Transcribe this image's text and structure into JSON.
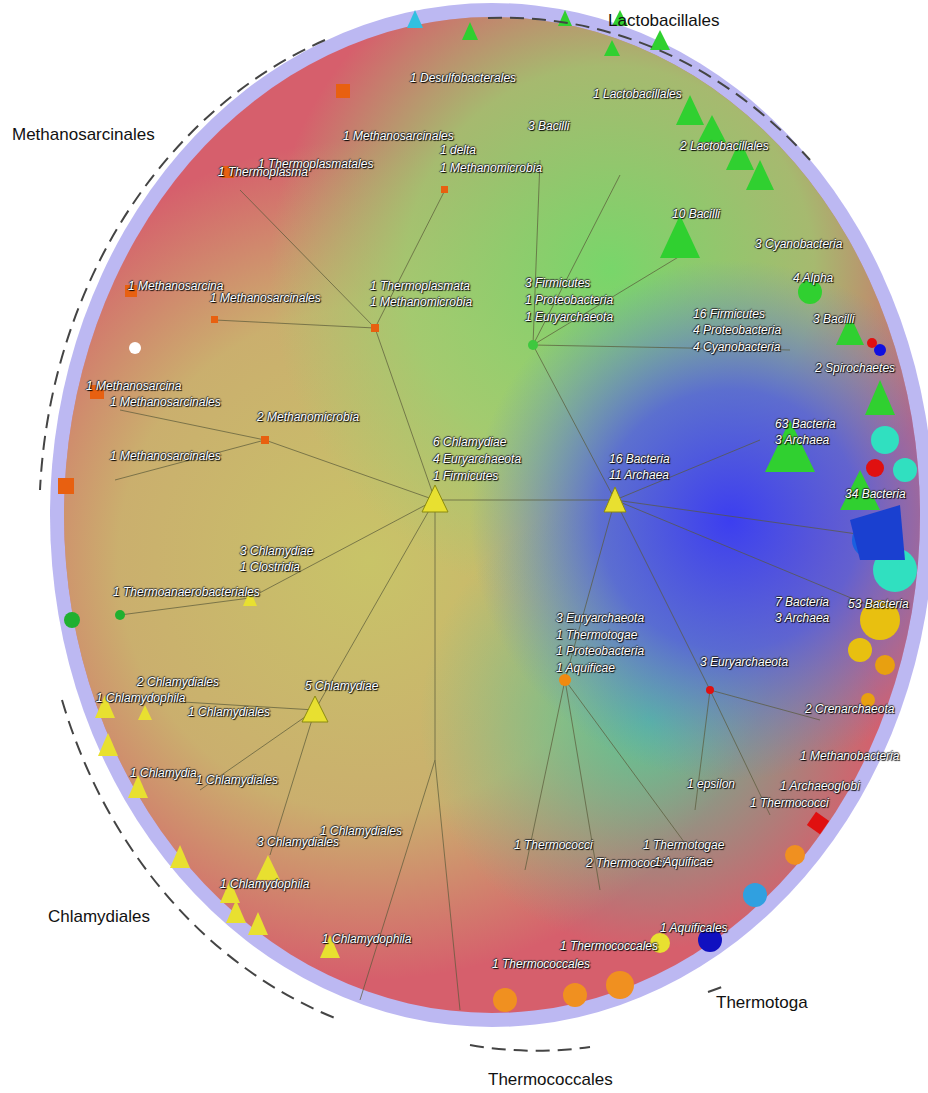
{
  "diagram": {
    "labels": [
      "Lactobacillales",
      "Methanosarcinales",
      "Chlamydiales",
      "Thermotoga",
      "Thermococcales",
      "1 Desulfobacterales",
      "1 Lactobacillales",
      "3 Bacilli",
      "2 Lactobacillales",
      "1 Methanosarcinales",
      "1 delta",
      "1 Thermoplasmatales",
      "1 Methanomicrobia",
      "1 Thermoplasma",
      "10 Bacilli",
      "3 Cyanobacteria",
      "4 Alpha",
      "1 Methanosarcina",
      "1 Methanosarcinales",
      "1 Thermoplasmata",
      "1 Methanomicrobia",
      "3 Firmicutes",
      "1 Proteobacteria",
      "1 Euryarchaeota",
      "16 Firmicutes",
      "4 Proteobacteria",
      "4 Cyanobacteria",
      "3 Bacilli",
      "2 Spirochaetes",
      "1 Methanosarcina",
      "1 Methanosarcinales",
      "2 Methanomicrobia",
      "1 Methanosarcinales",
      "63 Bacteria",
      "3 Archaea",
      "6 Chlamydiae",
      "4 Euryarchaeota",
      "1 Firmicutes",
      "16 Bacteria",
      "11 Archaea",
      "34 Bacteria",
      "3 Chlamydiae",
      "1 Clostridia",
      "1 Thermoanaerobacteriales",
      "7 Bacteria",
      "3 Archaea",
      "53 Bacteria",
      "3 Euryarchaeota",
      "1 Thermotogae",
      "1 Proteobacteria",
      "1 Aquificae",
      "3 Euryarchaeota",
      "2 Chlamydiales",
      "5 Chlamydiae",
      "1 Chlamydophila",
      "1 Chlamydiales",
      "2 Crenarchaeota",
      "1 Methanobacteria",
      "1 Chlamydia",
      "1 Chlamydiales",
      "1 Archaeoglobi",
      "1 epsilon",
      "1 Thermococci",
      "1 Chlamydiales",
      "3 Chlamydiales",
      "1 Thermococci",
      "1 Thermotogae",
      "2 Thermococci",
      "1 Aquificae",
      "1 Chlamydophila",
      "1 Aquificales",
      "1 Thermococcales",
      "1 Thermococcales",
      "1 Chlamydophila"
    ]
  }
}
